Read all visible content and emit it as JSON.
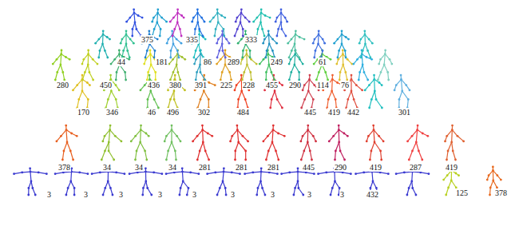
{
  "diagram": {
    "labels": [
      "3",
      "3",
      "3",
      "3",
      "3",
      "3",
      "3",
      "3",
      "3",
      "432",
      "125",
      "378",
      "378",
      "34",
      "34",
      "34",
      "281",
      "281",
      "281",
      "445",
      "290",
      "419",
      "287",
      "419",
      "170",
      "346",
      "46",
      "496",
      "302",
      "484",
      "445",
      "419",
      "442",
      "301",
      "280",
      "450",
      "436",
      "380",
      "391",
      "225",
      "228",
      "455",
      "290",
      "114",
      "76",
      "44",
      "181",
      "86",
      "289",
      "249",
      "61",
      "375",
      "335",
      "333"
    ]
  }
}
